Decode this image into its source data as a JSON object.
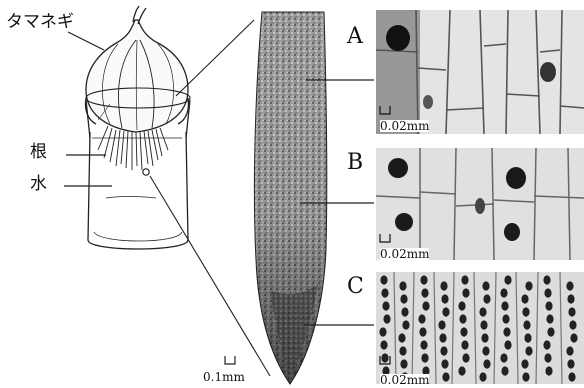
{
  "labels": {
    "onion": "タマネギ",
    "root": "根",
    "water": "水"
  },
  "panels": [
    {
      "letter": "A",
      "scale": "0.02mm"
    },
    {
      "letter": "B",
      "scale": "0.02mm"
    },
    {
      "letter": "C",
      "scale": "0.02mm"
    }
  ],
  "root_scale": "0.1mm"
}
